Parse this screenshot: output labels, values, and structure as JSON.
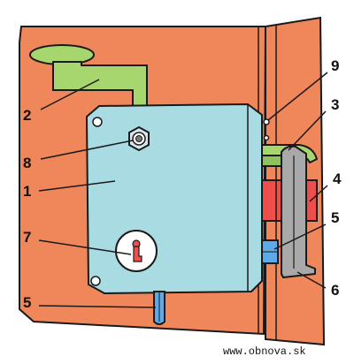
{
  "diagram": {
    "callouts": {
      "c1": "1",
      "c2": "2",
      "c3": "3",
      "c4": "4",
      "c5_right": "5",
      "c5_bottom": "5",
      "c6": "6",
      "c7": "7",
      "c8": "8",
      "c9": "9"
    },
    "watermark": "www.obnova.sk"
  },
  "colors": {
    "door": "#f0875a",
    "lock_body": "#a9dbe3",
    "handle": "#a8d66e",
    "bolt_red": "#ef4f4a",
    "latch_blue": "#5ea9e8",
    "striker_grey": "#a9a9a9",
    "outline": "#1a1a1a"
  }
}
